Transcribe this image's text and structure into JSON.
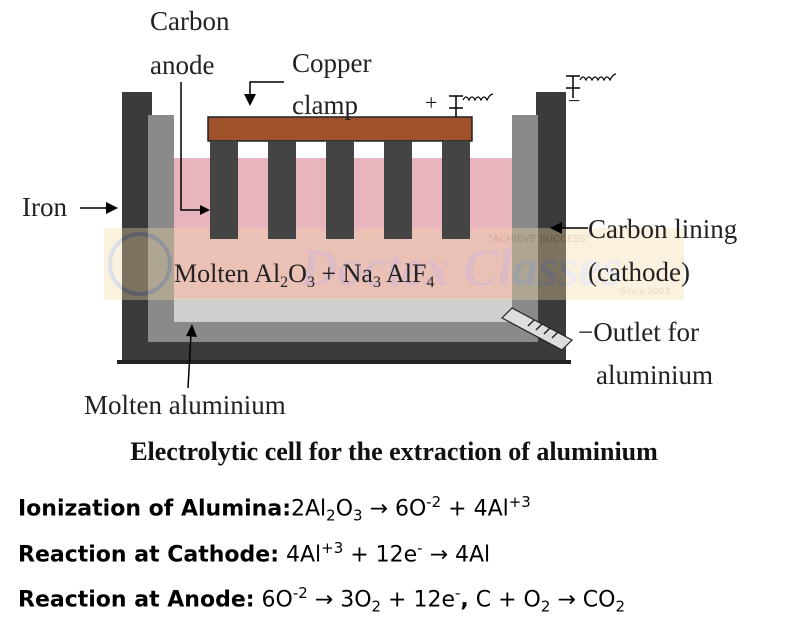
{
  "labels": {
    "carbon_anode_1": "Carbon",
    "carbon_anode_2": "anode",
    "copper_clamp_1": "Copper",
    "copper_clamp_2": "clamp",
    "plus_sign": "+",
    "minus_sign": "−",
    "iron": "Iron",
    "carbon_lining_1": "Carbon lining",
    "carbon_lining_2": "(cathode)",
    "electrolyte_prefix": "Molten Al",
    "electrolyte_s1": "2",
    "electrolyte_o": "O",
    "electrolyte_s2": "3",
    "electrolyte_mid": " + Na",
    "electrolyte_s3": "3",
    "electrolyte_alf": " AlF",
    "electrolyte_s4": "4",
    "outlet_1": "Outlet for",
    "outlet_2": "aluminium",
    "molten_aluminium": "Molten aluminium"
  },
  "caption": "Electrolytic cell for the extraction of aluminium",
  "watermark": {
    "text": "Doctex Classes",
    "tagline": "\"ACHIEVE SUCCESS\"",
    "since": "Since 2003"
  },
  "equations": {
    "ionization_label": "Ionization of Alumina:",
    "ionization_lhs": "2Al",
    "ionization_lhs_s1": "2",
    "ionization_lhs_o": "O",
    "ionization_lhs_s2": "3",
    "ionization_arrow": " → 6O",
    "ionization_sup1": "-2",
    "ionization_plus": " + 4Al",
    "ionization_sup2": "+3",
    "cathode_label": "Reaction at  Cathode:",
    "cathode_lhs": " 4Al",
    "cathode_sup1": "+3",
    "cathode_mid": " + 12e",
    "cathode_sup2": "-",
    "cathode_rhs": " → 4Al",
    "anode_label": "Reaction at Anode:",
    "anode_lhs": " 6O",
    "anode_sup1": "-2",
    "anode_mid": " → 3O",
    "anode_sub1": "2",
    "anode_plus": " + 12e",
    "anode_sup2": "-",
    "anode_comma": ",",
    "anode_c": " C + O",
    "anode_sub2": "2",
    "anode_arrow2": " → CO",
    "anode_sub3": "2"
  },
  "colors": {
    "iron": "#3b3b3b",
    "lining": "#8a8a8a",
    "electrolyte": "#e8b4be",
    "molten_al": "#cfcfcf",
    "clamp": "#a0522d",
    "anode": "#444444"
  }
}
